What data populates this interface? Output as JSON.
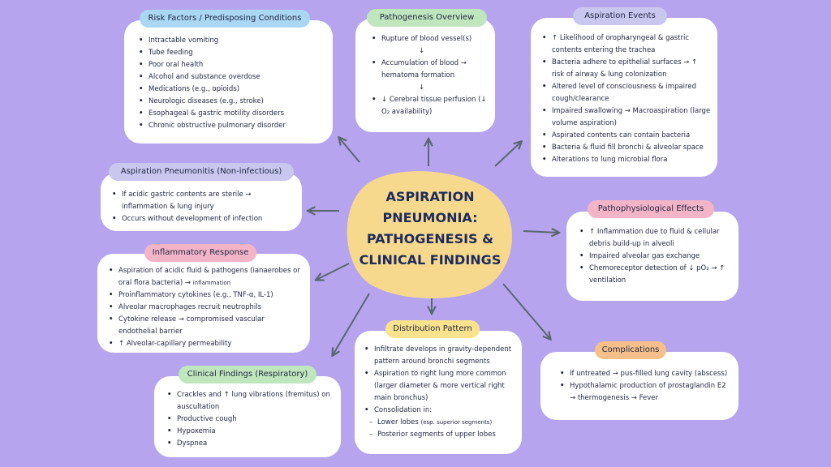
{
  "title_lines": [
    "ASPIRATION",
    "PNEUMONIA:",
    "PATHOGENESIS &",
    "CLINICAL FINDINGS"
  ],
  "risk": {
    "title": "Risk Factors / Predisposing Conditions",
    "items": [
      "Intractable vomiting",
      "Tube feeding",
      "Poor oral health",
      "Alcohol and substance overdose",
      "Medications (e.g., opioids)",
      "Neurologic diseases (e.g., stroke)",
      "Esophageal & gastric motility disorders",
      "Chronic obstructive pulmonary disorder"
    ]
  },
  "pathogenesis": {
    "title": "Pathogenesis Overview",
    "items": [
      "Rupture of blood vessel(s)",
      "Accumulation of blood → hematoma formation",
      "↓ Cerebral tissue perfusion (↓ O₂ availability)"
    ],
    "down_arrow": "↓"
  },
  "events": {
    "title": "Aspiration Events",
    "items": [
      "↑ Likelihood of oropharyngeal & gastric contents entering the trachea",
      "Bacteria adhere to epithelial surfaces → ↑ risk of airway & lung colonization",
      "Altered level of consciousness & impaired cough/clearance",
      "Impaired swallowing → Macroaspiration (large volume aspiration)",
      "Aspirated contents can contain bacteria",
      "Bacteria & fluid fill bronchi & alveolar space",
      "Alterations to lung microbial flora"
    ]
  },
  "pneumonitis": {
    "title": "Aspiration Pneumonitis (Non-infectious)",
    "items": [
      "If acidic gastric contents are sterile → inflammation & lung injury",
      "Occurs without development of infection"
    ]
  },
  "pathophys": {
    "title": "Pathophysiological Effects",
    "items": [
      "↑ Inflammation due to fluid & cellular debris build-up in alveoli",
      "Impaired alveolar gas exchange",
      "Chemoreceptor detection of ↓ pO₂ → ↑ ventilation"
    ]
  },
  "inflammatory": {
    "title": "Inflammatory Response",
    "item1_main": "Aspiration of acidic fluid & pathogens (ianaerobes or oral flora bacteria) → ",
    "item1_small": "inflammation",
    "items": [
      "Proinflammatory cytokines (e.g., TNF-α, IL-1)",
      "Alveolar macrophages recruit neutrophils",
      "Cytokine release → compromised vascular endothelial barrier",
      "↑ Alveolar-capillary permeability"
    ]
  },
  "distribution": {
    "title": "Distribution Pattern",
    "items": [
      "Infiltrate develops in gravity-dependent pattern around bronchi segments",
      "Aspiration to right lung more common (larger diameter & more vertical right main bronchus)",
      "Consolidation in:"
    ],
    "sub1_main": "Lower lobes ",
    "sub1_small": "(esp. superior segments)",
    "sub2": "Posterior segments of upper lobes"
  },
  "complications": {
    "title": "Complications",
    "items": [
      "If untreated → pus-filled lung cavity (abscess)",
      "Hypothalamic production of prostaglandin E2 → thermogenesis → Fever"
    ]
  },
  "clinical": {
    "title": "Clinical Findings (Respiratory)",
    "items": [
      "Crackles and ↑ lung vibrations (fremitus) on auscultation",
      "Productive cough",
      "Hypoxemia",
      "Dyspnea"
    ]
  },
  "colors": {
    "background": "#b7a4ee",
    "center": "#f6d98c",
    "card": "#ffffff",
    "arrow": "#5a6670"
  }
}
